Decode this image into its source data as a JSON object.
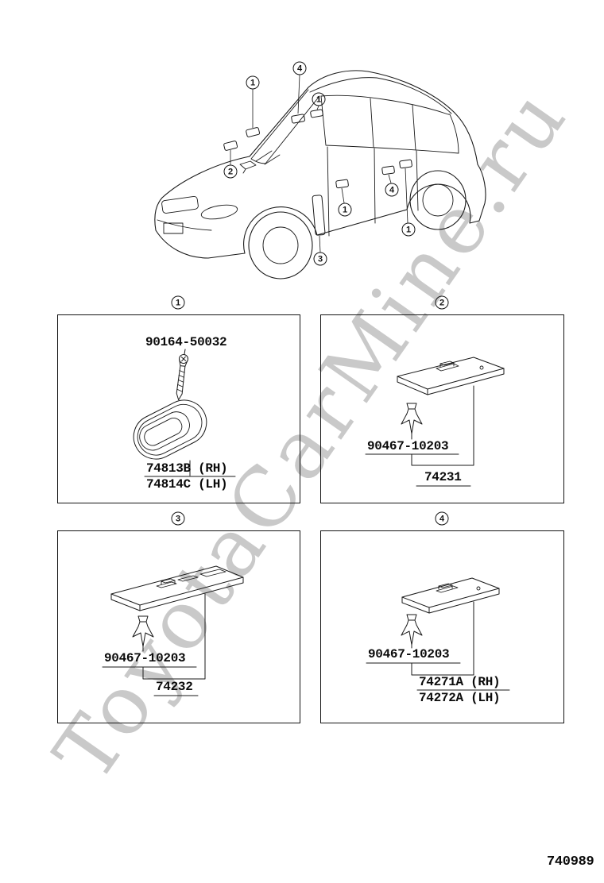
{
  "watermark": {
    "text": "ToyotaCarMine.ru"
  },
  "footer": {
    "doc_number": "740989"
  },
  "callouts": {
    "car": [
      "4",
      "1",
      "1",
      "2",
      "4",
      "1",
      "1",
      "3"
    ]
  },
  "panels": {
    "p1": {
      "num": "1",
      "screw_part": "90164-50032",
      "label_rh": "74813B (RH)",
      "label_lh": "74814C (LH)"
    },
    "p2": {
      "num": "2",
      "clip_part": "90467-10203",
      "part": "74231"
    },
    "p3": {
      "num": "3",
      "clip_part": "90467-10203",
      "part": "74232"
    },
    "p4": {
      "num": "4",
      "clip_part": "90467-10203",
      "label_rh": "74271A (RH)",
      "label_lh": "74272A (LH)"
    }
  }
}
